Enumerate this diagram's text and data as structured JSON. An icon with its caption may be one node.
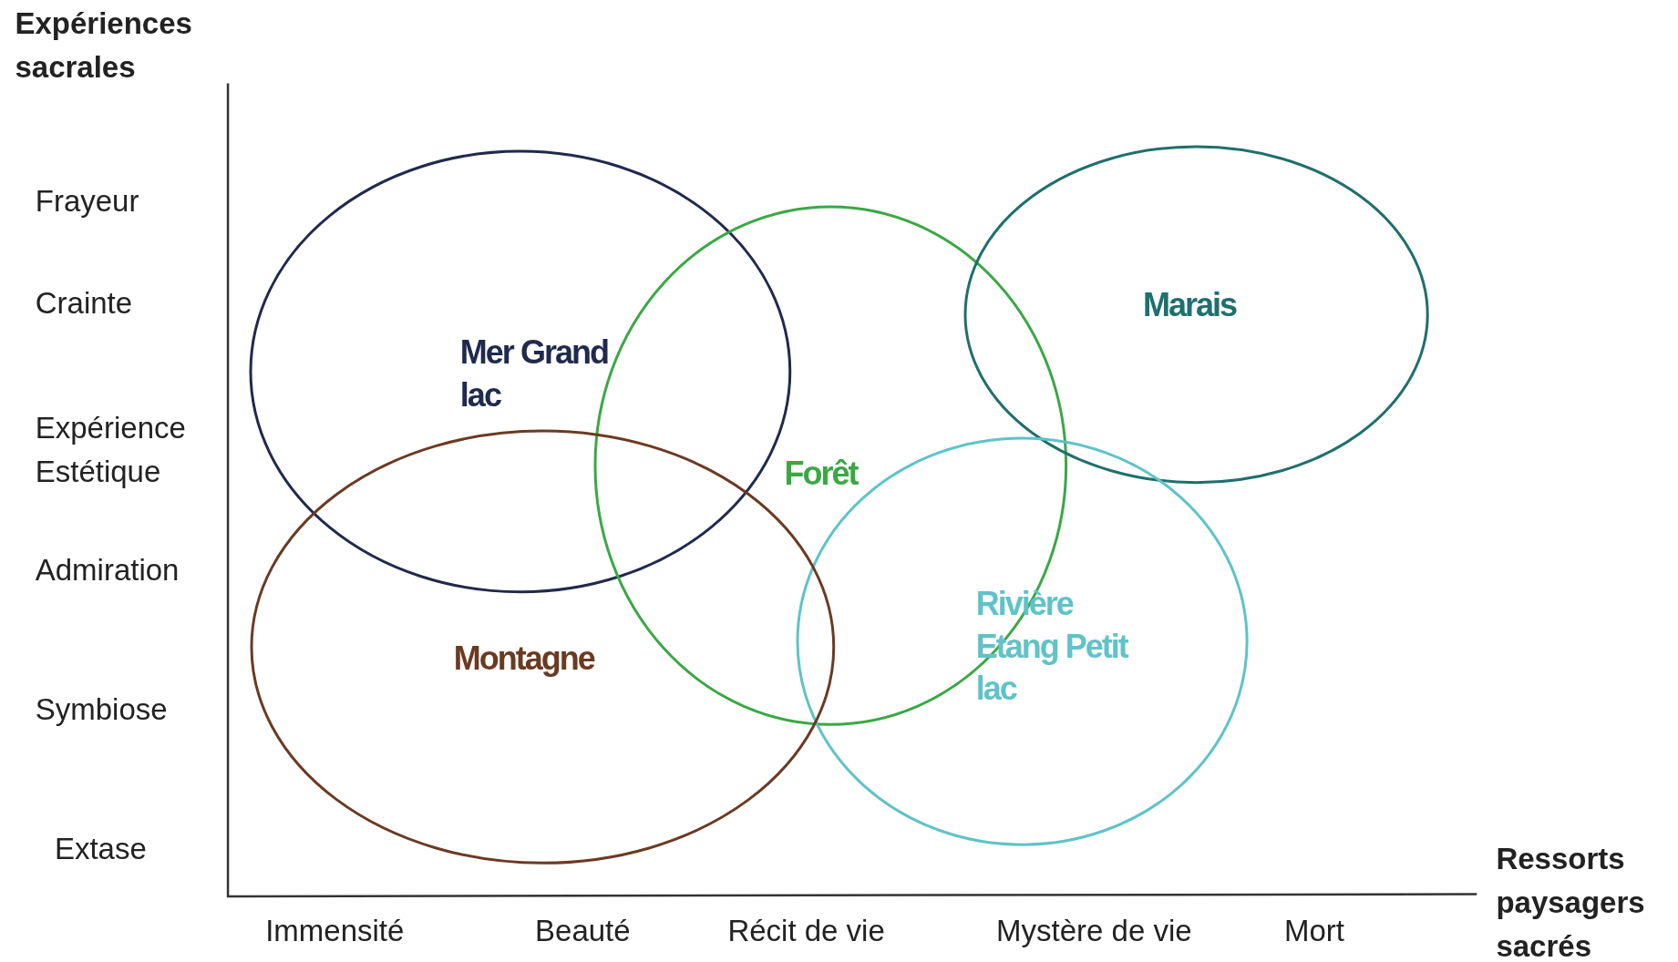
{
  "diagram": {
    "nodes": [
      {
        "text": [
          "Mer Grand lac"
        ]
      },
      {
        "text": [
          "Forêt"
        ]
      },
      {
        "text": [
          "Marais"
        ]
      },
      {
        "text": [
          "Rivière Etang Petit lac"
        ]
      },
      {
        "text": [
          "Montagne"
        ]
      }
    ],
    "edges": [],
    "labels": [
      "Expériences sacrales",
      "Frayeur",
      "Crainte",
      "Expérience Estétique",
      "Admiration",
      "Symbiose",
      "Extase",
      "Ressorts paysagers sacrés",
      "Immensité",
      "Beauté",
      "Récit de vie",
      "Mystère de vie",
      "Mort"
    ]
  }
}
